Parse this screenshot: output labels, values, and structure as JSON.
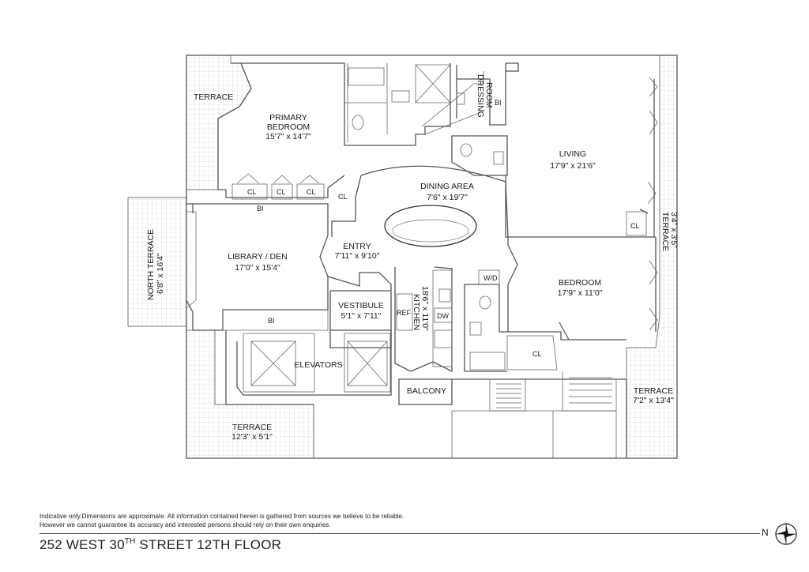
{
  "rooms": {
    "terrace_nw": "TERRACE",
    "primary_bedroom_name1": "PRIMARY",
    "primary_bedroom_name2": "BEDROOM",
    "primary_bedroom_dim": "15'7\" x 14'7\"",
    "dressing_room1": "DRESSING",
    "dressing_room2": "ROOM",
    "bi": "BI",
    "living_name": "LIVING",
    "living_dim": "17'9\" x 21'6\"",
    "dining_name": "DINING AREA",
    "dining_dim": "7'6\" x 19'7\"",
    "cl": "CL",
    "entry_name": "ENTRY",
    "entry_dim": "7'11\" x 9'10\"",
    "library_name": "LIBRARY / DEN",
    "library_dim": "17'0\" x 15'4\"",
    "north_terrace_name": "NORTH TERRACE",
    "north_terrace_dim": "6'8\" x 16'4\"",
    "terrace_east_name": "TERRACE",
    "terrace_east_dim": "3'4\" x 3'5\"",
    "bedroom_name": "BEDROOM",
    "bedroom_dim": "17'9\" x 11'0\"",
    "wd": "W/D",
    "vestibule_name": "VESTIBULE",
    "vestibule_dim": "5'1\" x 7'11\"",
    "ref": "REF",
    "dw": "DW",
    "kitchen_name": "KITCHEN",
    "kitchen_dim": "18'6\" x 11'0\"",
    "elevators": "ELEVATORS",
    "balcony": "BALCONY",
    "terrace_se_name": "TERRACE",
    "terrace_se_dim": "7'2\" x 13'4\"",
    "terrace_s_name": "TERRACE",
    "terrace_s_dim": "12'3\" x 5'1\""
  },
  "disclaimer_line1": "Indicative only.Dimensions are approximate. All information contained herein is gathered from sources we believe to be reliable.",
  "disclaimer_line2": "However we cannot guarantee its accuracy and interested persons should rely on their own enquiries.",
  "title_main": "252 WEST 30",
  "title_sup": "TH",
  "title_rest": " STREET 12TH FLOOR",
  "compass_letter": "N",
  "colors": {
    "walls": "#555555",
    "terrace_grid": "#cccccc"
  }
}
